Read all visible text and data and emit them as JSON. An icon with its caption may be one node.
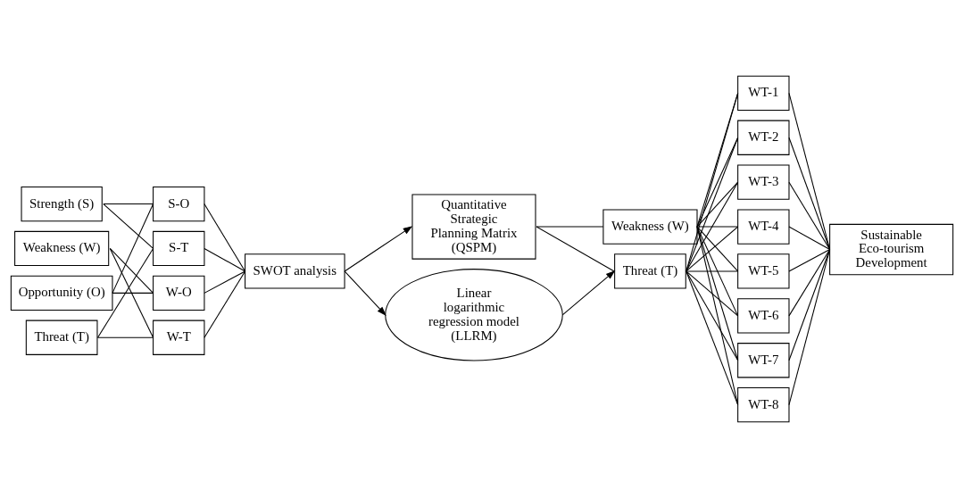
{
  "diagram": {
    "nodes": [
      {
        "text": [
          "Strength (S)"
        ]
      },
      {
        "text": [
          "Weakness (W)"
        ]
      },
      {
        "text": [
          "Opportunity (O)"
        ]
      },
      {
        "text": [
          "Threat (T)"
        ]
      },
      {
        "text": [
          "S-O"
        ]
      },
      {
        "text": [
          "S-T"
        ]
      },
      {
        "text": [
          "W-O"
        ]
      },
      {
        "text": [
          "W-T"
        ]
      },
      {
        "text": [
          "SWOT analysis"
        ]
      },
      {
        "text": [
          "Quantitative Strategic Planning Matrix (QSPM)"
        ]
      },
      {
        "text": [
          "Linear logarithmic regression model (LLRM)"
        ]
      },
      {
        "text": [
          "Weakness (W)"
        ]
      },
      {
        "text": [
          "Threat (T)"
        ]
      },
      {
        "text": [
          "WT-1"
        ]
      },
      {
        "text": [
          "WT-2"
        ]
      },
      {
        "text": [
          "WT-3"
        ]
      },
      {
        "text": [
          "WT-4"
        ]
      },
      {
        "text": [
          "WT-5"
        ]
      },
      {
        "text": [
          "WT-6"
        ]
      },
      {
        "text": [
          "WT-7"
        ]
      },
      {
        "text": [
          "WT-8"
        ]
      },
      {
        "text": [
          "Sustainable Eco-tourism Development"
        ]
      }
    ],
    "edges": [
      {
        "from": 0,
        "to": 4,
        "arrow": "none"
      },
      {
        "from": 0,
        "to": 5,
        "arrow": "none"
      },
      {
        "from": 1,
        "to": 6,
        "arrow": "none"
      },
      {
        "from": 1,
        "to": 7,
        "arrow": "none"
      },
      {
        "from": 2,
        "to": 4,
        "arrow": "none"
      },
      {
        "from": 2,
        "to": 6,
        "arrow": "none"
      },
      {
        "from": 3,
        "to": 5,
        "arrow": "none"
      },
      {
        "from": 3,
        "to": 7,
        "arrow": "none"
      },
      {
        "from": 4,
        "to": 8,
        "arrow": "none"
      },
      {
        "from": 5,
        "to": 8,
        "arrow": "none"
      },
      {
        "from": 6,
        "to": 8,
        "arrow": "none"
      },
      {
        "from": 7,
        "to": 8,
        "arrow": "none"
      },
      {
        "from": 8,
        "to": 9,
        "arrow": "to"
      },
      {
        "from": 8,
        "to": 10,
        "arrow": "to"
      },
      {
        "from": 10,
        "to": 12,
        "arrow": "to"
      },
      {
        "from": 9,
        "to": 11,
        "arrow": "none"
      },
      {
        "from": 9,
        "to": 12,
        "arrow": "none"
      },
      {
        "from": 11,
        "to": 13,
        "arrow": "none"
      },
      {
        "from": 11,
        "to": 14,
        "arrow": "none"
      },
      {
        "from": 11,
        "to": 15,
        "arrow": "none"
      },
      {
        "from": 11,
        "to": 16,
        "arrow": "none"
      },
      {
        "from": 11,
        "to": 17,
        "arrow": "none"
      },
      {
        "from": 11,
        "to": 18,
        "arrow": "none"
      },
      {
        "from": 11,
        "to": 19,
        "arrow": "none"
      },
      {
        "from": 11,
        "to": 20,
        "arrow": "none"
      },
      {
        "from": 12,
        "to": 13,
        "arrow": "none"
      },
      {
        "from": 12,
        "to": 14,
        "arrow": "none"
      },
      {
        "from": 12,
        "to": 15,
        "arrow": "none"
      },
      {
        "from": 12,
        "to": 16,
        "arrow": "none"
      },
      {
        "from": 12,
        "to": 17,
        "arrow": "none"
      },
      {
        "from": 12,
        "to": 18,
        "arrow": "none"
      },
      {
        "from": 12,
        "to": 19,
        "arrow": "none"
      },
      {
        "from": 12,
        "to": 20,
        "arrow": "none"
      },
      {
        "from": 13,
        "to": 21,
        "arrow": "none"
      },
      {
        "from": 14,
        "to": 21,
        "arrow": "none"
      },
      {
        "from": 15,
        "to": 21,
        "arrow": "none"
      },
      {
        "from": 16,
        "to": 21,
        "arrow": "none"
      },
      {
        "from": 17,
        "to": 21,
        "arrow": "none"
      },
      {
        "from": 18,
        "to": 21,
        "arrow": "none"
      },
      {
        "from": 19,
        "to": 21,
        "arrow": "none"
      },
      {
        "from": 20,
        "to": 21,
        "arrow": "none"
      }
    ]
  }
}
